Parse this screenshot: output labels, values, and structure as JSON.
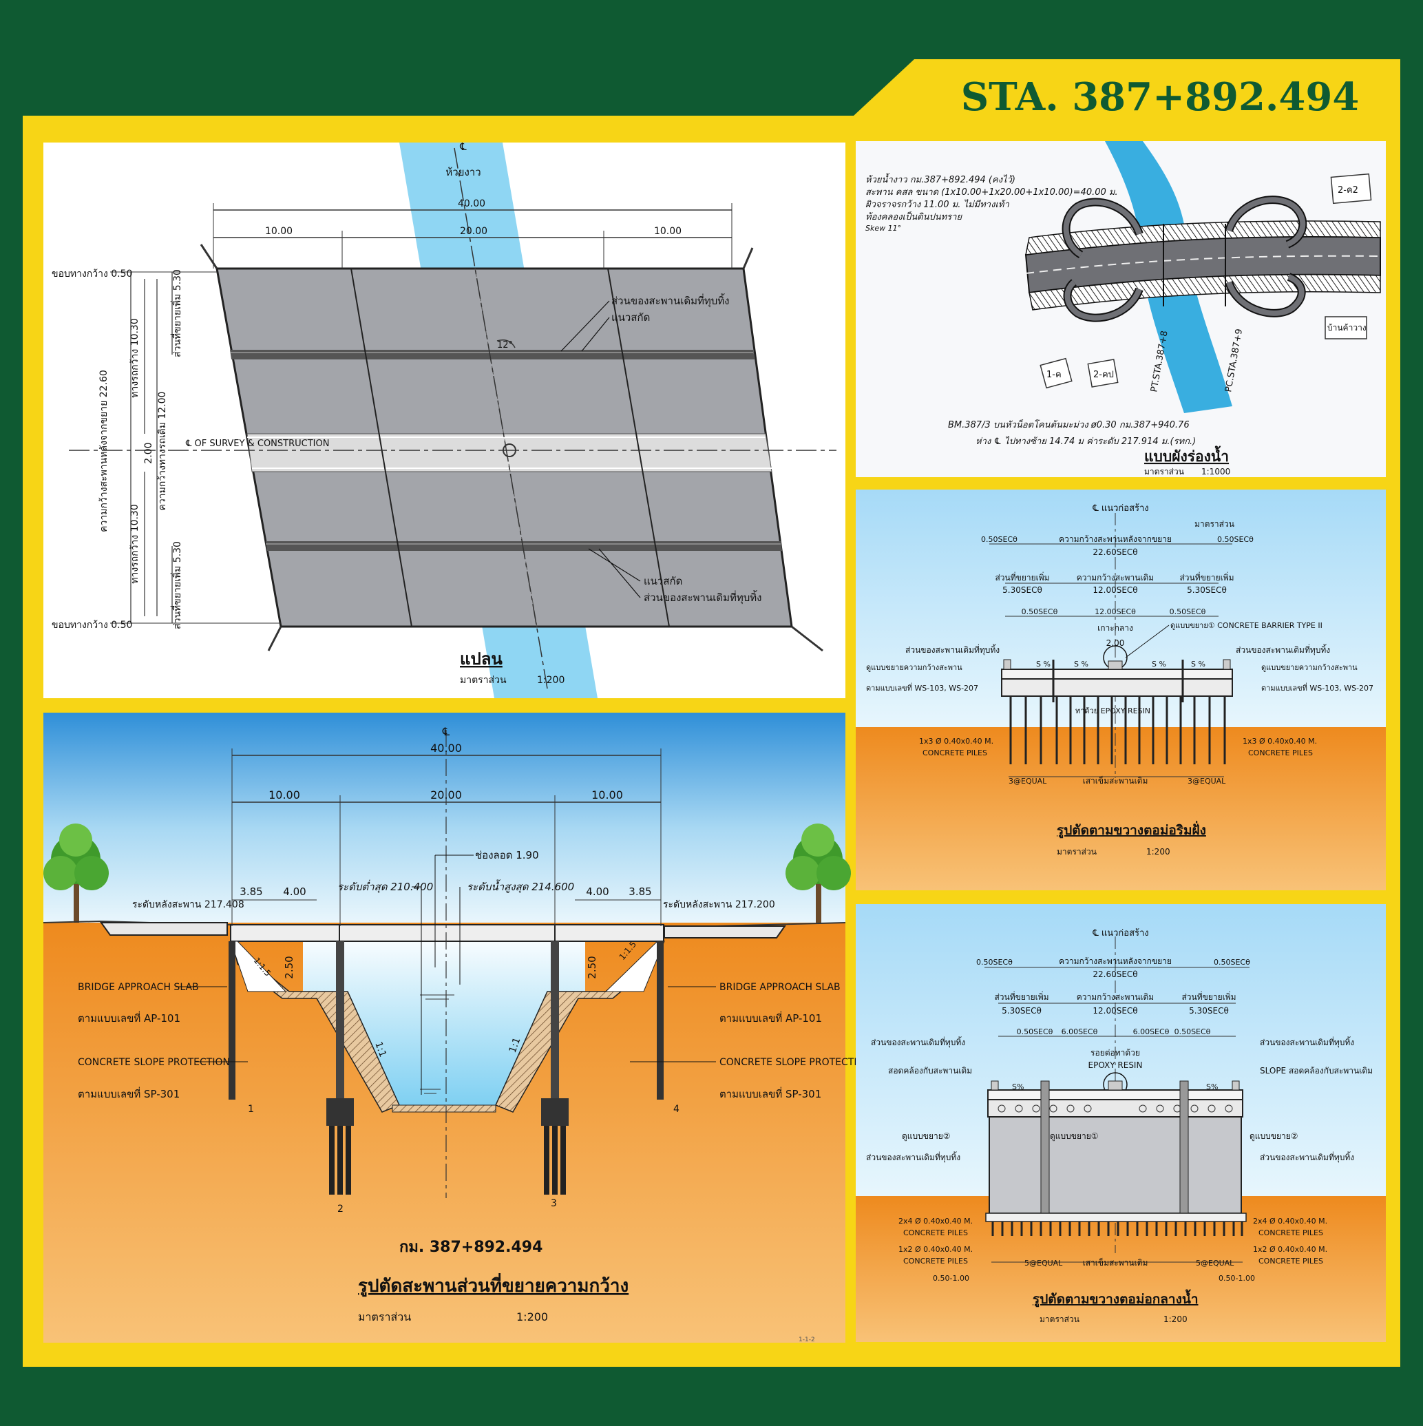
{
  "header": {
    "station": "STA. 387+892.494"
  },
  "colors": {
    "frame_green": "#0f5a32",
    "frame_yellow": "#f7d516",
    "river_blue": "#8fd6f3",
    "soil_orange": "#f0912a",
    "deck_gray": "#a3a5aa"
  },
  "plan": {
    "creek_name": "ห้วยงาว",
    "dim_total": "40.00",
    "dim_left": "10.00",
    "dim_mid": "20.00",
    "dim_right": "10.00",
    "left_edge_top": "ขอบทางกว้าง 0.50",
    "left_edge_bottom": "ขอบทางกว้าง 0.50",
    "v_total": "ความกว้างสะพานหลังจากขยาย 22.60",
    "v_lane_top": "ทางรถกว้าง 10.30",
    "v_lane_bottom": "ทางรถกว้าง 10.30",
    "v_median": "2.00",
    "v_existing": "ความกว้างทางรถเดิม 12.00",
    "v_widen_top": "ส่วนที่ขยายเพิ่ม 5.30",
    "v_widen_bottom": "ส่วนที่ขยายเพิ่ม 5.30",
    "centerline": "℄ OF SURVEY & CONSTRUCTION",
    "skew": "12°",
    "note_demolish_top": "ส่วนของสะพานเดิมที่ทุบทิ้ง",
    "note_cut_top": "แนวสกัด",
    "note_cut_bottom": "แนวสกัด",
    "note_demolish_bottom": "ส่วนของสะพานเดิมที่ทุบทิ้ง",
    "title": "แปลน",
    "scale_label": "มาตราส่วน",
    "scale": "1:200"
  },
  "location": {
    "note_line1": "ห้วยน้ำงาว กม.387+892.494 (คงไว้)",
    "note_line2": "สะพาน คสล ขนาด (1x10.00+1x20.00+1x10.00)=40.00 ม.",
    "note_line3": "ผิวจราจรกว้าง 11.00 ม. ไม่มีทางเท้า",
    "note_line4": "ท้องคลองเป็นดินปนทราย",
    "note_line5": "Skew 11°",
    "pt_label": "PT.STA.387+8",
    "pc_label": "PC.STA.387+9",
    "tag_1k": "1-ค",
    "tag_2k": "2-คป",
    "tag_2k_top": "2-ค2",
    "tag_houses": "บ้านค้าวาง",
    "bm_line1": "BM.387/3 บนหัวน็อตโคนต้นมะม่วง ø0.30   กม.387+940.76",
    "bm_line2": "ห่าง ℄ ไปทางซ้าย 14.74  ม ค่าระดับ  217.914 ม.(รทก.)",
    "title": "แบบผังร่องน้ำ",
    "scale_label": "มาตราส่วน",
    "scale": "1:1000"
  },
  "section_long": {
    "cl_mark": "℄",
    "dim_total": "40.00",
    "dim_left": "10.00",
    "dim_mid": "20.00",
    "dim_right": "10.00",
    "clearance": "ช่องลอด 1.90",
    "lowest_level": "ระดับต่ำสุด 210.400",
    "high_water": "ระดับน้ำสูงสุด 214.600",
    "deck_level_left": "ระดับหลังสะพาน 217.408",
    "deck_level_right": "ระดับหลังสะพาน 217.200",
    "dim_385_left": "3.85",
    "dim_400_left": "4.00",
    "dim_400_right": "4.00",
    "dim_385_right": "3.85",
    "dim_250_left": "2.50",
    "dim_250_right": "2.50",
    "slope_11": "1:1",
    "slope_15": "1:1.5",
    "approach_slab": "BRIDGE APPROACH SLAB",
    "approach_ref": "ตามแบบเลขที่ AP-101",
    "slope_prot": "CONCRETE SLOPE PROTECTION",
    "slope_ref": "ตามแบบเลขที่ SP-301",
    "pier_1": "1",
    "pier_2": "2",
    "pier_3": "3",
    "pier_4": "4",
    "km": "กม. 387+892.494",
    "title": "รูปตัดสะพานส่วนที่ขยายความกว้าง",
    "scale_label": "มาตราส่วน",
    "scale": "1:200",
    "corner_note": "1-1-2"
  },
  "section_abut": {
    "cl": "℄ แนวก่อสร้าง",
    "scale_label_top": "มาตราส่วน",
    "edge_left": "0.50SECθ",
    "edge_right": "0.50SECθ",
    "total_label": "ความกว้างสะพานหลังจากขยาย",
    "total_value": "22.60SECθ",
    "widen_left": "ส่วนที่ขยายเพิ่ม",
    "widen_left_v": "5.30SECθ",
    "existing": "ความกว้างสะพานเดิม",
    "existing_v": "12.00SECθ",
    "widen_right": "ส่วนที่ขยายเพิ่ม",
    "widen_right_v": "5.30SECθ",
    "sub_left": "0.50SECθ",
    "sub_mid": "12.00SECθ",
    "sub_right": "0.50SECθ",
    "median": "เกาะกลาง",
    "median_v": "2.00",
    "barrier": "ดูแบบขยาย① CONCRETE BARRIER TYPE II",
    "demolish_left": "ส่วนของสะพานเดิมที่ทุบทิ้ง",
    "demolish_right": "ส่วนของสะพานเดิมที่ทุบทิ้ง",
    "ref_left1": "ดูแบบขยายความกว้างสะพาน",
    "ref_left2": "ตามแบบเลขที่ WS-103, WS-207",
    "ref_right1": "ดูแบบขยายความกว้างสะพาน",
    "ref_right2": "ตามแบบเลขที่ WS-103, WS-207",
    "epoxy": "ทาด้วย EPOXY RESIN",
    "slope_s": "S %",
    "piles_left1": "1x3 Ø 0.40x0.40 M.",
    "piles_left2": "CONCRETE PILES",
    "piles_right1": "1x3 Ø 0.40x0.40 M.",
    "piles_right2": "CONCRETE PILES",
    "equal_left": "3@EQUAL",
    "existing_piles": "เสาเข็มสะพานเดิม",
    "equal_right": "3@EQUAL",
    "title": "รูปตัดตามขวางตอม่อริมฝั่ง",
    "scale_label": "มาตราส่วน",
    "scale": "1:200"
  },
  "section_pier": {
    "cl": "℄ แนวก่อสร้าง",
    "edge_left": "0.50SECθ",
    "edge_right": "0.50SECθ",
    "total_label": "ความกว้างสะพานหลังจากขยาย",
    "total_value": "22.60SECθ",
    "widen_left": "ส่วนที่ขยายเพิ่ม",
    "widen_left_v": "5.30SECθ",
    "existing": "ความกว้างสะพานเดิม",
    "existing_v": "12.00SECθ",
    "widen_right": "ส่วนที่ขยายเพิ่ม",
    "widen_right_v": "5.30SECθ",
    "sub_1": "0.50SECθ",
    "sub_2": "6.00SECθ",
    "sub_3": "6.00SECθ",
    "sub_4": "0.50SECθ",
    "joint": "รอยต่อทาด้วย",
    "epoxy": "EPOXY RESIN",
    "demolish_left": "ส่วนของสะพานเดิมที่ทุบทิ้ง",
    "demolish_right": "ส่วนของสะพานเดิมที่ทุบทิ้ง",
    "slope_left": "สอดคล้องกับสะพานเดิม",
    "slope_right": "SLOPE สอดคล้องกับสะพานเดิม",
    "slope_s": "S%",
    "detail2_left": "ดูแบบขยาย②",
    "detail1": "ดูแบบขยาย①",
    "detail2_right": "ดูแบบขยาย②",
    "demolish_left2": "ส่วนของสะพานเดิมที่ทุบทิ้ง",
    "demolish_right2": "ส่วนของสะพานเดิมที่ทุบทิ้ง",
    "piles24_left1": "2x4 Ø 0.40x0.40 M.",
    "piles24_left2": "CONCRETE PILES",
    "piles12_left1": "1x2 Ø 0.40x0.40 M.",
    "piles12_left2": "CONCRETE PILES",
    "piles24_right1": "2x4 Ø 0.40x0.40 M.",
    "piles24_right2": "CONCRETE PILES",
    "piles12_right1": "1x2 Ø 0.40x0.40 M.",
    "piles12_right2": "CONCRETE PILES",
    "equal_left": "5@EQUAL",
    "existing_piles": "เสาเข็มสะพานเดิม",
    "equal_right": "5@EQUAL",
    "gap_left": "0.50-1.00",
    "gap_right": "0.50-1.00",
    "title": "รูปตัดตามขวางตอม่อกลางน้ำ",
    "scale_label": "มาตราส่วน",
    "scale": "1:200"
  }
}
